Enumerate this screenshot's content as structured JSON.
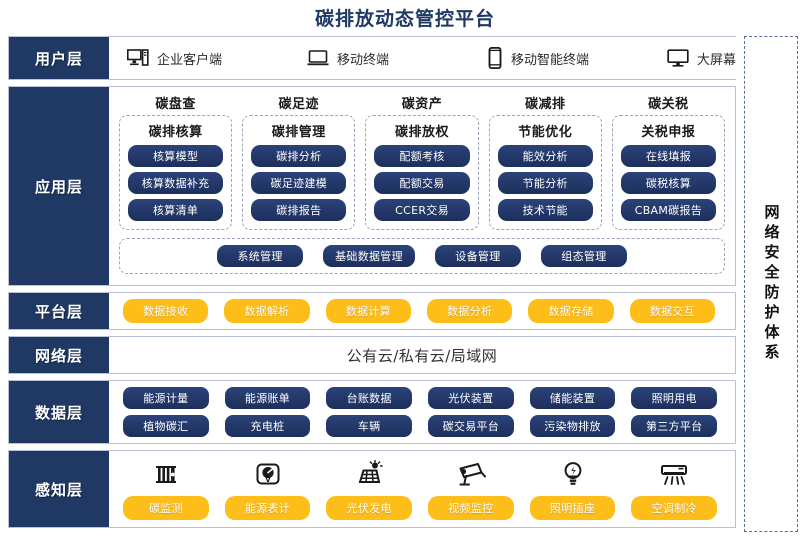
{
  "title": "碳排放动态管控平台",
  "security_panel": {
    "label": "网络安全防护体系"
  },
  "layers": {
    "user": {
      "label": "用户层",
      "items": [
        {
          "icon": "desktop-tower-icon",
          "label": "企业客户端"
        },
        {
          "icon": "laptop-icon",
          "label": "移动终端"
        },
        {
          "icon": "smartphone-icon",
          "label": "移动智能终端"
        },
        {
          "icon": "monitor-icon",
          "label": "大屏幕"
        }
      ]
    },
    "application": {
      "label": "应用层",
      "columns": [
        {
          "title": "碳盘查",
          "group": "碳排核算",
          "items": [
            "核算模型",
            "核算数据补充",
            "核算清单"
          ]
        },
        {
          "title": "碳足迹",
          "group": "碳排管理",
          "items": [
            "碳排分析",
            "碳足迹建模",
            "碳排报告"
          ]
        },
        {
          "title": "碳资产",
          "group": "碳排放权",
          "items": [
            "配额考核",
            "配额交易",
            "CCER交易"
          ]
        },
        {
          "title": "碳减排",
          "group": "节能优化",
          "items": [
            "能效分析",
            "节能分析",
            "技术节能"
          ]
        },
        {
          "title": "碳关税",
          "group": "关税申报",
          "items": [
            "在线填报",
            "碳税核算",
            "CBAM碳报告"
          ]
        }
      ],
      "management": [
        "系统管理",
        "基础数据管理",
        "设备管理",
        "组态管理"
      ]
    },
    "platform": {
      "label": "平台层",
      "items": [
        "数据接收",
        "数据解析",
        "数据计算",
        "数据分析",
        "数据存储",
        "数据交互"
      ]
    },
    "network": {
      "label": "网络层",
      "text": "公有云/私有云/局域网"
    },
    "data": {
      "label": "数据层",
      "row1": [
        "能源计量",
        "能源账单",
        "台账数据",
        "光伏装置",
        "储能装置",
        "照明用电"
      ],
      "row2": [
        "植物碳汇",
        "充电桩",
        "车辆",
        "碳交易平台",
        "污染物排放",
        "第三方平台"
      ]
    },
    "sense": {
      "label": "感知层",
      "items": [
        {
          "icon": "carbon-monitor-icon",
          "label": "碳监测"
        },
        {
          "icon": "energy-meter-icon",
          "label": "能源表计"
        },
        {
          "icon": "solar-panel-icon",
          "label": "光伏发电"
        },
        {
          "icon": "cctv-camera-icon",
          "label": "视频监控"
        },
        {
          "icon": "lightbulb-socket-icon",
          "label": "照明插座"
        },
        {
          "icon": "air-conditioner-icon",
          "label": "空调制冷"
        }
      ]
    }
  },
  "colors": {
    "navy": "#1F3864",
    "pill_navy": "#23386B",
    "yellow": "#FDBE1A",
    "border": "#B9C2D4"
  }
}
